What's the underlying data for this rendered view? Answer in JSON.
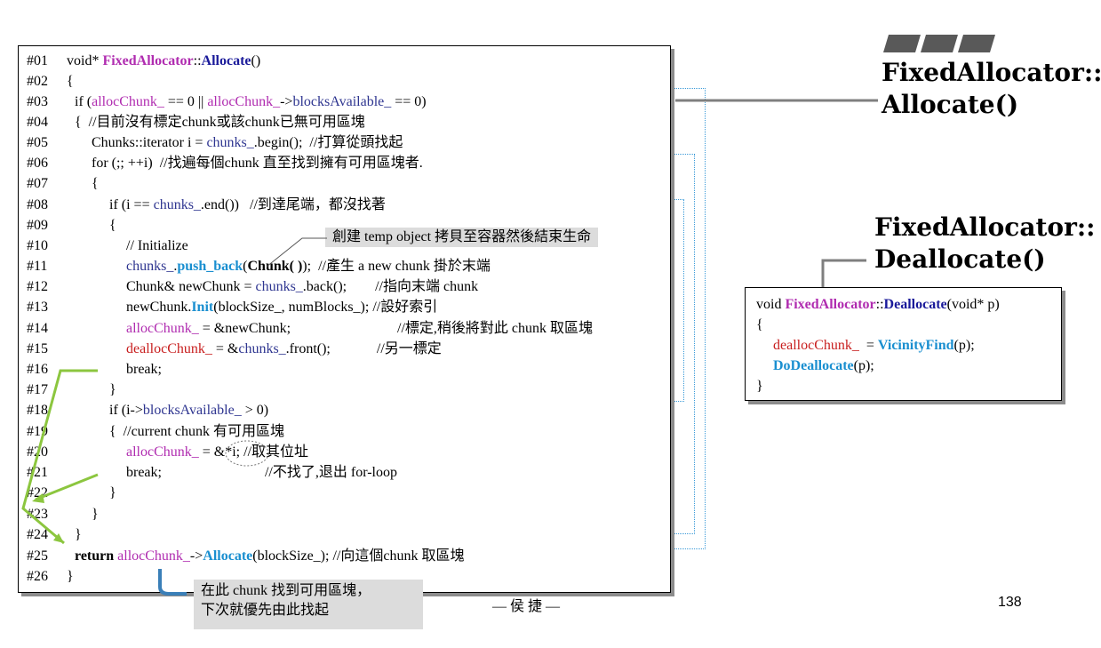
{
  "code": {
    "l01": {
      "n": "#01",
      "a": "void* ",
      "b": "FixedAllocator",
      "c": "::",
      "d": "Allocate",
      "e": "()"
    },
    "l02": {
      "n": "#02",
      "a": "{"
    },
    "l03": {
      "n": "#03",
      "a": "if (",
      "b": "allocChunk_",
      "c": " == 0 || ",
      "d": "allocChunk_",
      "e": "->",
      "f": "blocksAvailable_",
      "g": " == 0)"
    },
    "l04": {
      "n": "#04",
      "a": "{  //目前沒有標定chunk或該chunk已無可用區塊"
    },
    "l05": {
      "n": "#05",
      "a": "Chunks::iterator i = ",
      "b": "chunks_",
      "c": ".begin();  //打算從頭找起"
    },
    "l06": {
      "n": "#06",
      "a": "for (;; ++i)  //找遍每個chunk 直至找到擁有可用區塊者."
    },
    "l07": {
      "n": "#07",
      "a": "{"
    },
    "l08": {
      "n": "#08",
      "a": "if (i == ",
      "b": "chunks_",
      "c": ".end())   //到達尾端，都沒找著"
    },
    "l09": {
      "n": "#09",
      "a": "{"
    },
    "l10": {
      "n": "#10",
      "a": "// Initialize"
    },
    "l11": {
      "n": "#11",
      "a": "chunks_",
      "b": ".",
      "c": "push_back",
      "d": "(",
      "e": "Chunk( )",
      "f": ");  //產生 a new chunk 掛於末端"
    },
    "l12": {
      "n": "#12",
      "a": "Chunk& newChunk = ",
      "b": "chunks_",
      "c": ".back();        //指向末端 chunk"
    },
    "l13": {
      "n": "#13",
      "a": "newChunk.",
      "b": "Init",
      "c": "(blockSize_, numBlocks_); //設好索引"
    },
    "l14": {
      "n": "#14",
      "a": "allocChunk_",
      "b": " = &newChunk;",
      "c": "//標定,稍後將對此 chunk 取區塊"
    },
    "l15": {
      "n": "#15",
      "a": "deallocChunk_",
      "b": " = &",
      "c": "chunks_",
      "d": ".front();",
      "e": "//另一標定"
    },
    "l16": {
      "n": "#16",
      "a": "break;"
    },
    "l17": {
      "n": "#17",
      "a": "}"
    },
    "l18": {
      "n": "#18",
      "a": "if (i->",
      "b": "blocksAvailable_",
      "c": " > 0)"
    },
    "l19": {
      "n": "#19",
      "a": "{  //current chunk 有可用區塊"
    },
    "l20": {
      "n": "#20",
      "a": "allocChunk_",
      "b": " = &*i;",
      "c": " //取其位址"
    },
    "l21": {
      "n": "#21",
      "a": "break;",
      "b": "//不找了,退出 for-loop"
    },
    "l22": {
      "n": "#22",
      "a": "}"
    },
    "l23": {
      "n": "#23",
      "a": "}"
    },
    "l24": {
      "n": "#24",
      "a": "}"
    },
    "l25": {
      "n": "#25",
      "a": "return ",
      "b": "allocChunk_",
      "c": "->",
      "d": "Allocate",
      "e": "(blockSize_); //向這個chunk 取區塊"
    },
    "l26": {
      "n": "#26",
      "a": "}"
    }
  },
  "callouts": {
    "temp_object": "創建 temp object 拷貝至容器然後結束生命",
    "found_line1": "在此 chunk 找到可用區塊，",
    "found_line2": "下次就優先由此找起"
  },
  "titles": {
    "allocate_line1": "FixedAllocator::",
    "allocate_line2": "Allocate()",
    "deallocate_line1": "FixedAllocator::",
    "deallocate_line2": "Deallocate()"
  },
  "dealloc_code": {
    "l1": {
      "a": "void ",
      "b": "FixedAllocator",
      "c": "::",
      "d": "Deallocate",
      "e": "(void* p)"
    },
    "l2": {
      "a": "{"
    },
    "l3": {
      "a": "deallocChunk_",
      "b": "  = ",
      "c": "VicinityFind",
      "d": "(p);"
    },
    "l4": {
      "a": "DoDeallocate",
      "b": "(p);"
    },
    "l5": {
      "a": "}"
    }
  },
  "footer": "— 侯 捷 —",
  "page_number": "138",
  "colors": {
    "member": "#b02cb0",
    "identifier": "#2e3590",
    "method": "#1a8fd0",
    "keyword_call": "#1a1a9a",
    "dealloc_member": "#c81e1e",
    "arrow": "#8cc63f",
    "dotted_frame": "#3a9ad8"
  }
}
